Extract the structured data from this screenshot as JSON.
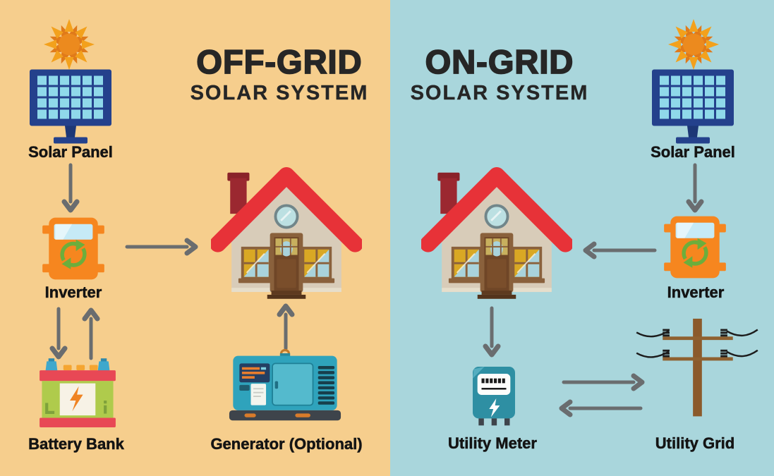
{
  "panels": {
    "off_grid": {
      "title": "OFF-GRID",
      "subtitle": "SOLAR SYSTEM",
      "labels": {
        "solar_panel": "Solar Panel",
        "inverter": "Inverter",
        "battery_bank": "Battery Bank",
        "generator": "Generator (Optional)"
      }
    },
    "on_grid": {
      "title": "ON-GRID",
      "subtitle": "SOLAR SYSTEM",
      "labels": {
        "solar_panel": "Solar Panel",
        "inverter": "Inverter",
        "utility_meter": "Utility Meter",
        "utility_grid": "Utility Grid"
      }
    }
  },
  "arrows": {
    "off_grid": [
      "solar_panel → inverter",
      "inverter → house",
      "inverter → battery_bank",
      "battery_bank → inverter",
      "generator → house"
    ],
    "on_grid": [
      "solar_panel → inverter",
      "inverter → house",
      "house → utility_meter",
      "utility_meter → utility_grid",
      "utility_grid → utility_meter"
    ]
  },
  "colors": {
    "off_grid_background": "#F6CE8D",
    "on_grid_background": "#A9D6DC",
    "title_text": "#262626",
    "label_text": "#141414",
    "arrow": "#6A6D6F",
    "sun_orange": "#EC8A1E",
    "panel_frame_blue": "#24418C",
    "panel_cell_blue": "#8FD9EA",
    "inverter_orange": "#F6861F",
    "recycle_green": "#6CAE3C",
    "battery_red": "#E84855",
    "battery_green": "#AFCB4C",
    "house_roof_red": "#E73238",
    "house_wall_beige": "#D8CCB9",
    "generator_teal": "#2FA3BC",
    "meter_teal": "#2E8FA3",
    "pole_brown": "#8B5A2B"
  }
}
